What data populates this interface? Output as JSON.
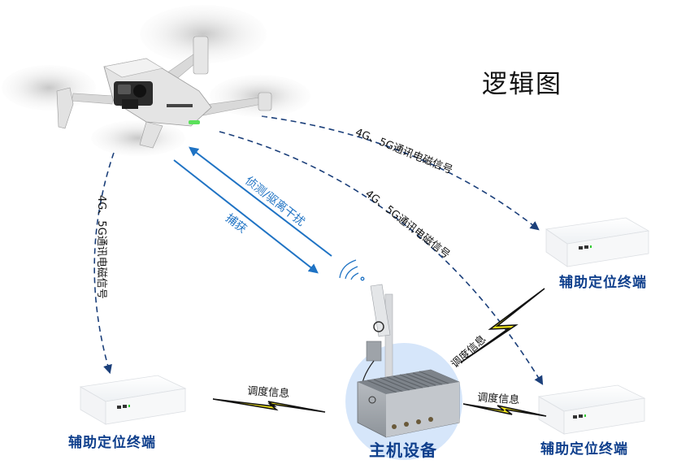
{
  "title": "逻辑图",
  "labels": {
    "signal_upper": "4G、5G通讯电磁信号",
    "signal_middle": "4G、5G通讯电磁信号",
    "signal_left": "4G、5G通讯电磁信号",
    "detect": "侦测/驱离干扰",
    "capture": "捕获",
    "dispatch_left": "调度信息",
    "dispatch_right_upper": "调度信息",
    "dispatch_right_lower": "调度信息"
  },
  "devices": {
    "terminal_right_upper": "辅助定位终端",
    "terminal_left": "辅助定位终端",
    "terminal_right_lower": "辅助定位终端",
    "host": "主机设备"
  },
  "icons": {
    "drone": "drone-icon",
    "terminal": "terminal-box-icon",
    "host": "host-equipment-icon",
    "wifi": "wireless-signal-icon",
    "lightning": "lightning-bolt-icon"
  },
  "colors": {
    "dashed_line": "#1b3f7a",
    "solid_arrow": "#1f73c4",
    "label_blue": "#0f3f8c",
    "bolt_fill": "#f5e81a",
    "host_circle": "#d6e6fa"
  }
}
